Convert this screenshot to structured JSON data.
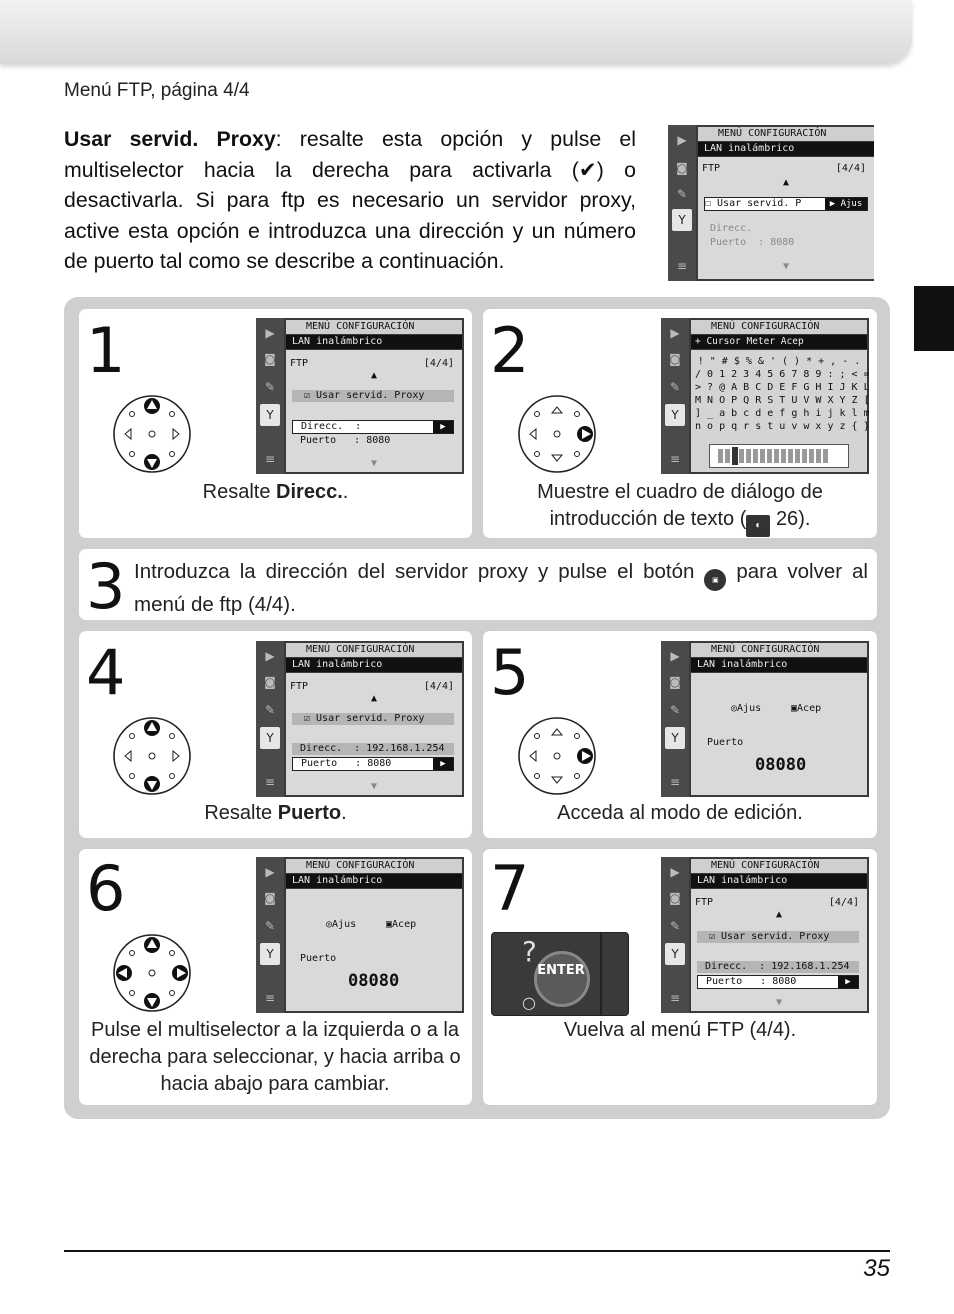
{
  "header": {
    "subtitle": "Menú FTP, página 4/4"
  },
  "intro": {
    "term": "Usar servid. Proxy",
    "text": ": resalte esta opción y pulse el multiselector hacia la derecha para activarla (✔) o desactivarla. Si para ftp es necesario un servidor proxy, active esta opción e introduzca una dirección y un número de puerto tal como se describe a continuación."
  },
  "lcd": {
    "menu_title": "MENÚ CONFIGURACIÓN",
    "lan": "LAN inalámbrico",
    "ftp": "FTP",
    "page": "[4/4]",
    "proxy_unchecked": "☐ Usar servid. P",
    "ajus": "▶ Ajus",
    "proxy_checked": "☑ Usar servid. Proxy",
    "direcc_empty": "Direcc.  :",
    "direcc_full": "Direcc.  : 192.168.1.254",
    "puerto": "Puerto   : 8080",
    "direcc_dim": "Direcc.",
    "puerto_dim": "Puerto  : 8080",
    "textentry_sub": "+ Cursor  Meter  Acep",
    "char_rows": [
      "! \" # $ % & ' ( ) * + , - .",
      "/ 0 1 2 3 4 5 6 7 8 9 : ; < =",
      "> ? @ A B C D E F G H I J K L",
      "M N O P Q R S T U V W X Y Z [",
      "] _ a b c d e f g h i j k l m",
      "n o p q r s t u v w x y z { }"
    ],
    "ajus_hint": "Ajus",
    "acep_hint": "Acep",
    "puerto_label": "Puerto",
    "port_value": "08080"
  },
  "steps": [
    {
      "n": "1",
      "pre": "Resalte ",
      "bold": "Direcc.",
      "post": "."
    },
    {
      "n": "2",
      "text": "Muestre el cuadro de diálogo de introducción de texto (",
      "ref": "26",
      "post": ")."
    },
    {
      "n": "3",
      "pre": "Introduzca la dirección del servidor proxy y pulse el botón ",
      "post": " para volver al menú de ftp (4/4)."
    },
    {
      "n": "4",
      "pre": "Resalte ",
      "bold": "Puerto",
      "post": "."
    },
    {
      "n": "5",
      "text": "Acceda al modo de edición."
    },
    {
      "n": "6",
      "text": "Pulse el multiselector a la izquierda o a la derecha para seleccionar, y hacia arriba o hacia abajo para cambiar."
    },
    {
      "n": "7",
      "text": "Vuelva al menú FTP (4/4)."
    }
  ],
  "enter_label": "ENTER",
  "page_number": "35"
}
